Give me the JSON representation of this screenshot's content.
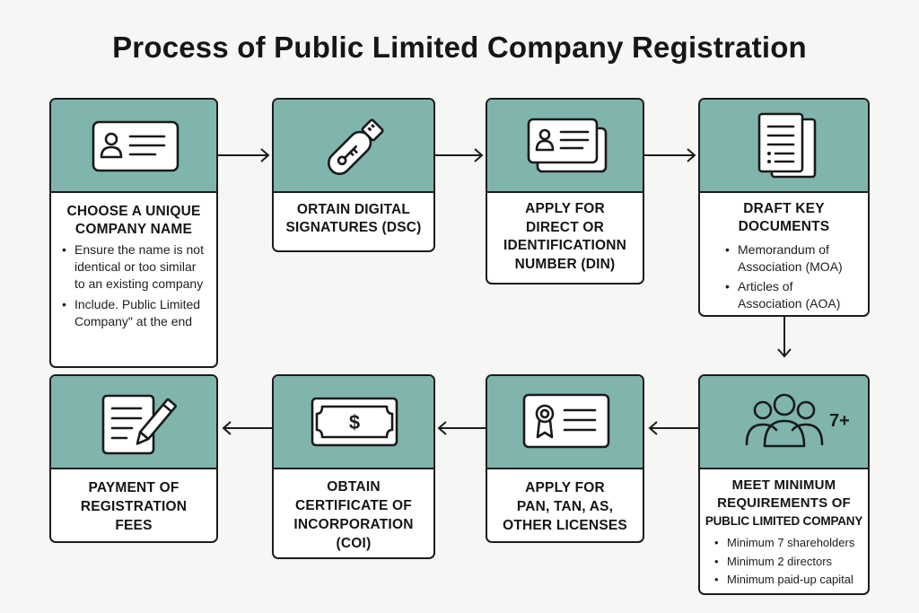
{
  "title": "Process of Public Limited Company Registration",
  "steps": [
    {
      "heading_lines": [
        "CHOOSE A UNIQUE",
        "COMPANY NAME"
      ],
      "icon": "id-card-icon",
      "bullets": [
        "Ensure the name is not identical or too similar to an existing company",
        "Include. Public Limited Company\" at the end"
      ]
    },
    {
      "heading_lines": [
        "ORTAIN DIGITAL",
        "SIGNATURES (DSC)"
      ],
      "icon": "usb-key-icon",
      "bullets": []
    },
    {
      "heading_lines": [
        "APPLY FOR",
        "DIRECT OR",
        "IDENTIFICATIONN",
        "NUMBER (DIN)"
      ],
      "icon": "id-cards-icon",
      "bullets": []
    },
    {
      "heading_lines": [
        "DRAFT KEY",
        "DOCUMENTS"
      ],
      "icon": "documents-icon",
      "bullets": [
        "Memorandum of Association (MOA)",
        "Articles of Association (AOA)"
      ]
    },
    {
      "heading_lines": [
        "MEET MINIMUM",
        "REQUIREMENTS OF",
        "PUBLIC LIMITED COMPANY"
      ],
      "icon": "people-group-icon",
      "icon_badge": "7+",
      "bullets": [
        "Minimum 7 shareholders",
        "Minimum 2 directors",
        "Minimum paid-up capital"
      ]
    },
    {
      "heading_lines": [
        "APPLY FOR",
        "PAN, TAN, AS,",
        "OTHER LICENSES"
      ],
      "icon": "certificate-card-icon",
      "bullets": []
    },
    {
      "heading_lines": [
        "OBTAIN",
        "CERTIFICATE OF",
        "INCORPORATION",
        "(COI)"
      ],
      "icon": "banknote-icon",
      "icon_symbol": "$",
      "bullets": []
    },
    {
      "heading_lines": [
        "PAYMENT OF",
        "REGISTRATION",
        "FEES"
      ],
      "icon": "form-pencil-icon",
      "bullets": []
    }
  ],
  "colors": {
    "band": "#7fb5ad",
    "border": "#1c1c1c",
    "background": "#f6f6f4"
  }
}
